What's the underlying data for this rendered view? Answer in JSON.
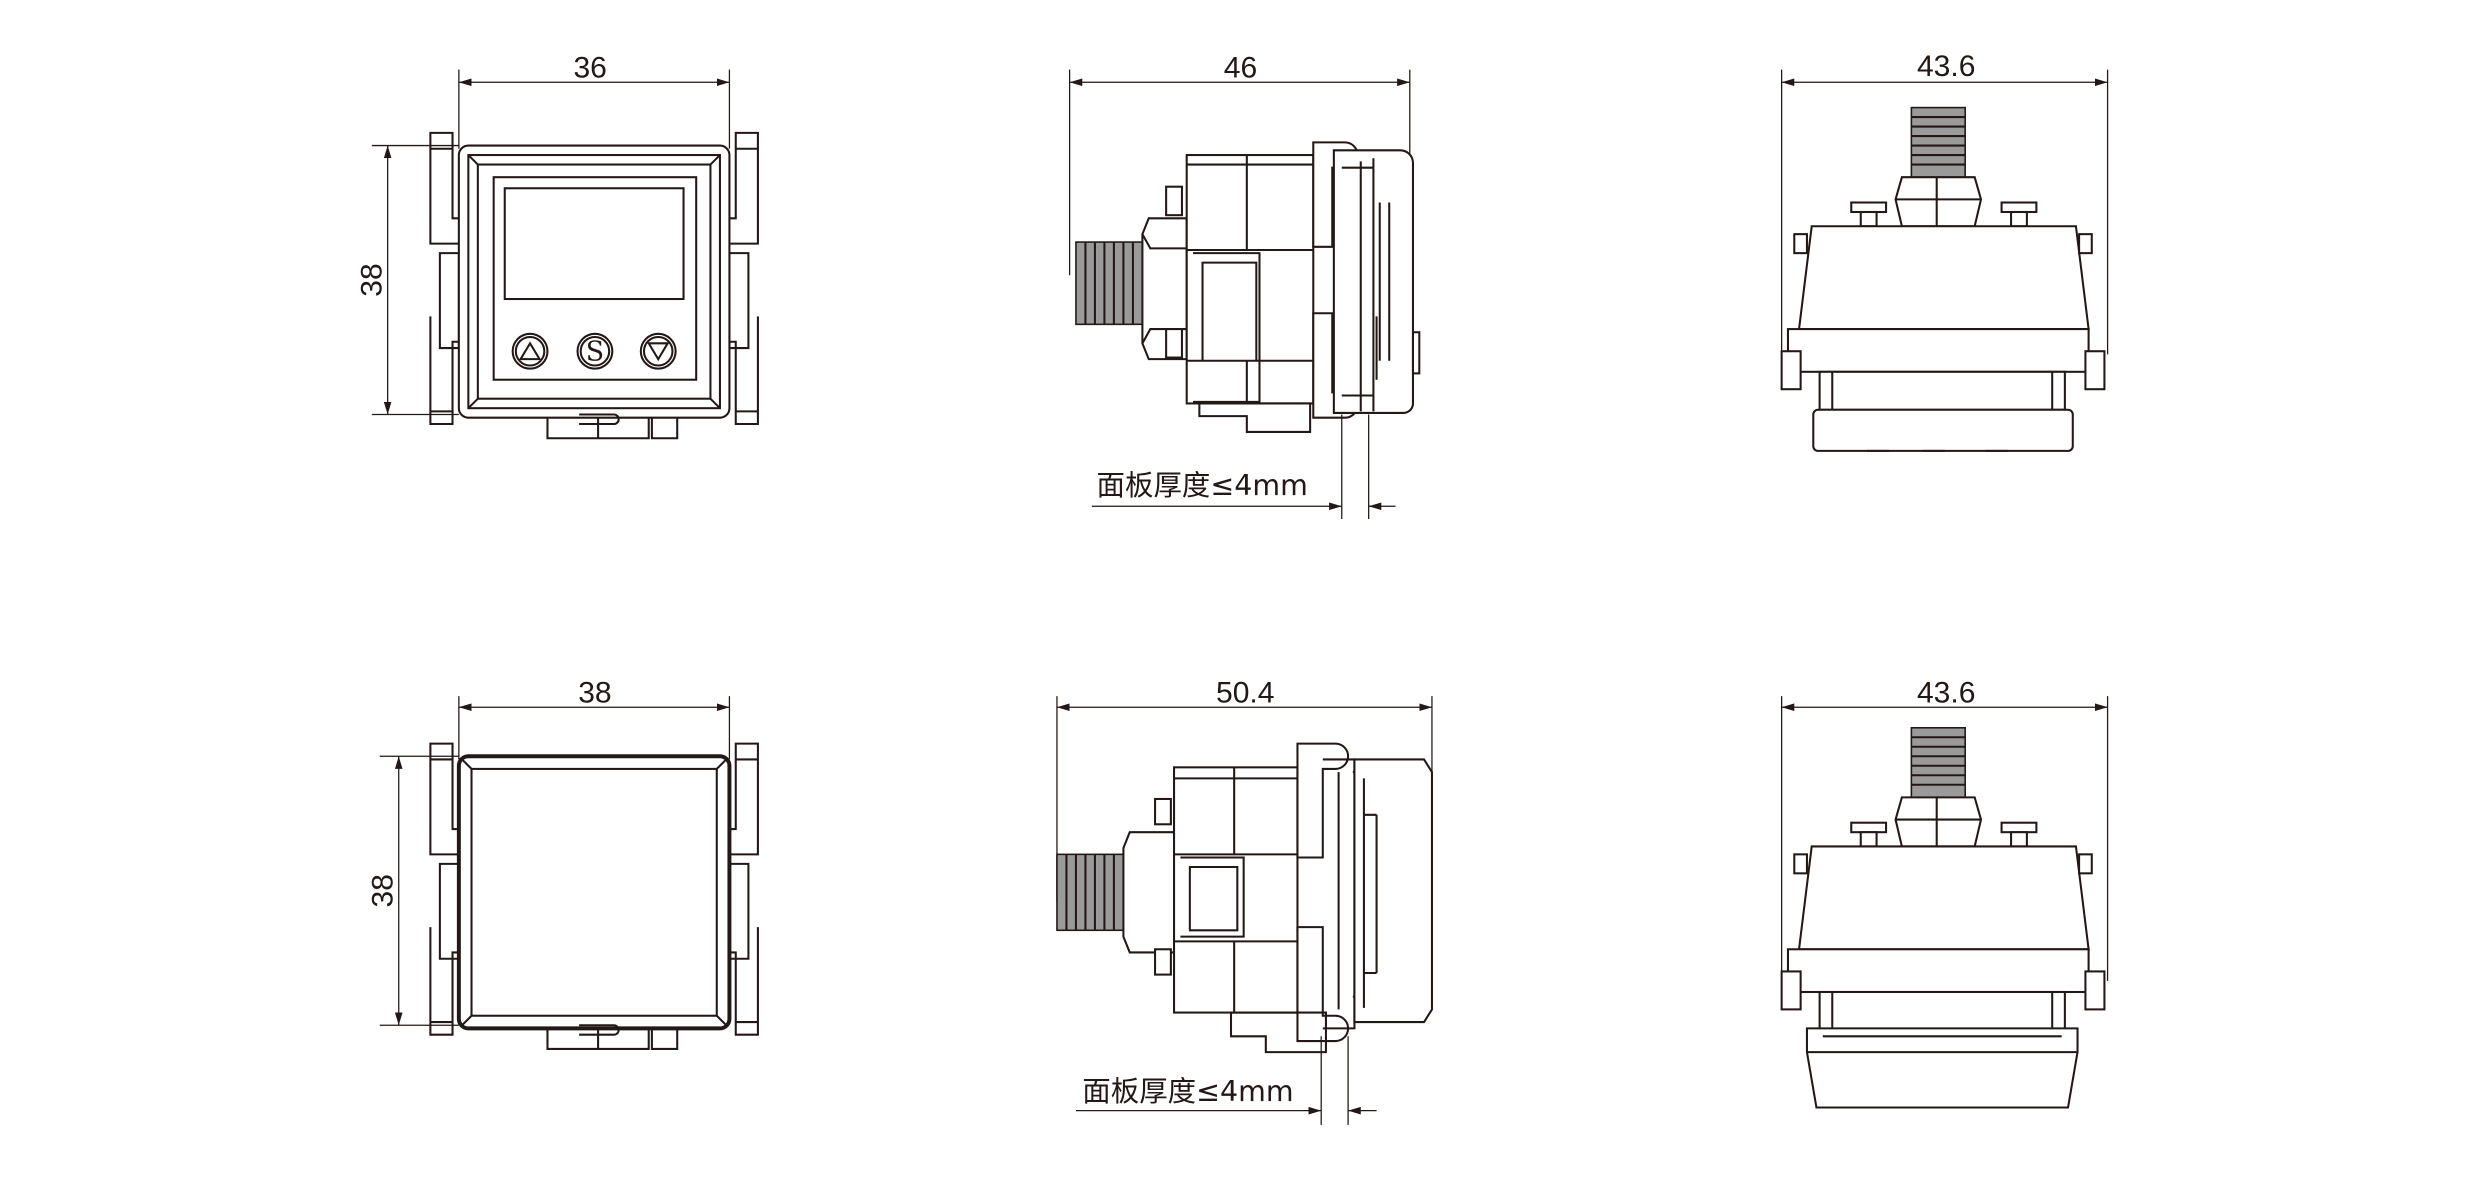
{
  "title": "Dimension drawing",
  "views": {
    "front_display": {
      "width_label": "36",
      "height_label": "38",
      "buttons": [
        {
          "icon": "up-triangle-icon"
        },
        {
          "label": "S"
        },
        {
          "icon": "down-triangle-icon"
        }
      ]
    },
    "side_display": {
      "length_label": "46",
      "panel_note": "面板厚度≤4mm"
    },
    "top_display": {
      "width_label": "43.6"
    },
    "front_blank": {
      "width_label": "38",
      "height_label": "38"
    },
    "side_blank": {
      "length_label": "50.4",
      "panel_note": "面板厚度≤4mm"
    },
    "top_blank": {
      "width_label": "43.6"
    }
  }
}
